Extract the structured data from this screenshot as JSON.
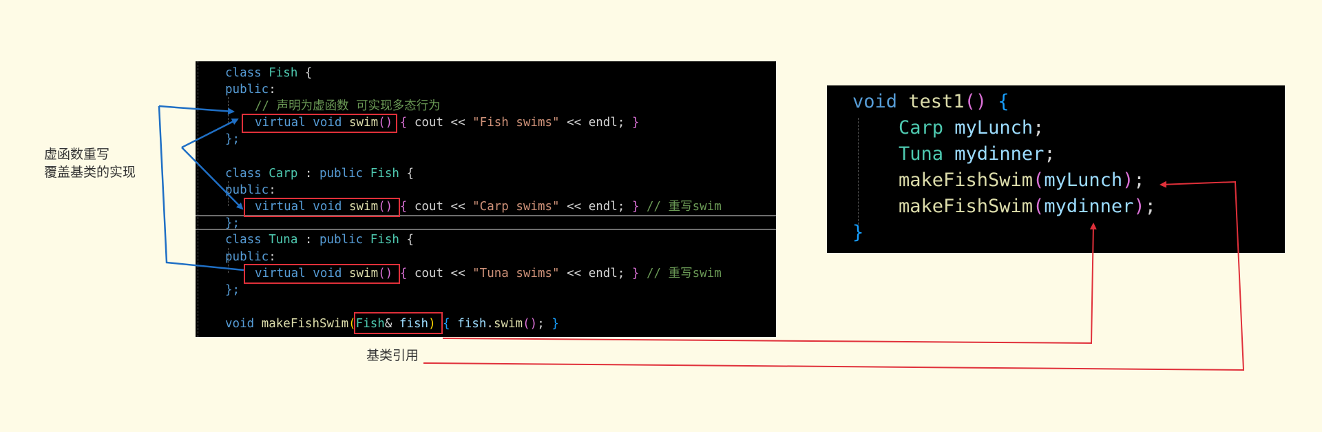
{
  "left_code": {
    "l1": {
      "kw": "class ",
      "name": "Fish",
      "rest": " {"
    },
    "l2": {
      "kw": "public",
      "rest": ":"
    },
    "l3": {
      "comment": "// 声明为虚函数 可实现多态行为"
    },
    "l4": {
      "virtual": "virtual ",
      "void": "void ",
      "fn": "swim",
      "p": "()",
      "sp": " ",
      "ob": "{",
      "body1": " cout << ",
      "str": "\"Fish swims\"",
      "body2": " << endl; ",
      "cb": "}"
    },
    "l5": {
      "text": "};"
    },
    "l6": {
      "kw": "class ",
      "name": "Carp",
      "mid": " : ",
      "kw2": "public ",
      "base": "Fish",
      "rest": " {"
    },
    "l7": {
      "kw": "public",
      "rest": ":"
    },
    "l8": {
      "virtual": "virtual ",
      "void": "void ",
      "fn": "swim",
      "p": "()",
      "sp": " ",
      "ob": "{",
      "body1": " cout << ",
      "str": "\"Carp swims\"",
      "body2": " << endl; ",
      "cb": "}",
      "comment": " // 重写swim"
    },
    "l9": {
      "text": "};"
    },
    "l10": {
      "kw": "class ",
      "name": "Tuna",
      "mid": " : ",
      "kw2": "public ",
      "base": "Fish",
      "rest": " {"
    },
    "l11": {
      "kw": "public",
      "rest": ":"
    },
    "l12": {
      "virtual": "virtual ",
      "void": "void ",
      "fn": "swim",
      "p": "()",
      "sp": " ",
      "ob": "{",
      "body1": " cout << ",
      "str": "\"Tuna swims\"",
      "body2": " << endl; ",
      "cb": "}",
      "comment": " // 重写swim"
    },
    "l13": {
      "text": "};"
    },
    "l14": {
      "void": "void ",
      "fn": "makeFishSwim",
      "op": "(",
      "type": "Fish",
      "amp": "& ",
      "param": "fish",
      "cp": ")",
      "sp": " ",
      "ob": "{",
      "sp2": " ",
      "obj": "fish",
      "dot": ".",
      "call": "swim",
      "cparen": "()",
      "semi": "; ",
      "cb": "}"
    }
  },
  "right_code": {
    "r1": {
      "void": "void ",
      "fn": "test1",
      "p": "()",
      "sp": " ",
      "ob": "{"
    },
    "r2": {
      "type": "Carp",
      "sp": " ",
      "var": "myLunch",
      "semi": ";"
    },
    "r3": {
      "type": "Tuna",
      "sp": " ",
      "var": "mydinner",
      "semi": ";"
    },
    "r4": {
      "fn": "makeFishSwim",
      "op": "(",
      "arg": "myLunch",
      "cp": ")",
      "semi": ";"
    },
    "r5": {
      "fn": "makeFishSwim",
      "op": "(",
      "arg": "mydinner",
      "cp": ")",
      "semi": ";"
    },
    "r6": {
      "cb": "}"
    }
  },
  "labels": {
    "virtual_override": "虚函数重写\n覆盖基类的实现",
    "base_ref": "基类引用"
  },
  "colors": {
    "background": "#fefbe6",
    "blue_arrow": "#1f6fc5",
    "red_arrow": "#e0303a"
  }
}
